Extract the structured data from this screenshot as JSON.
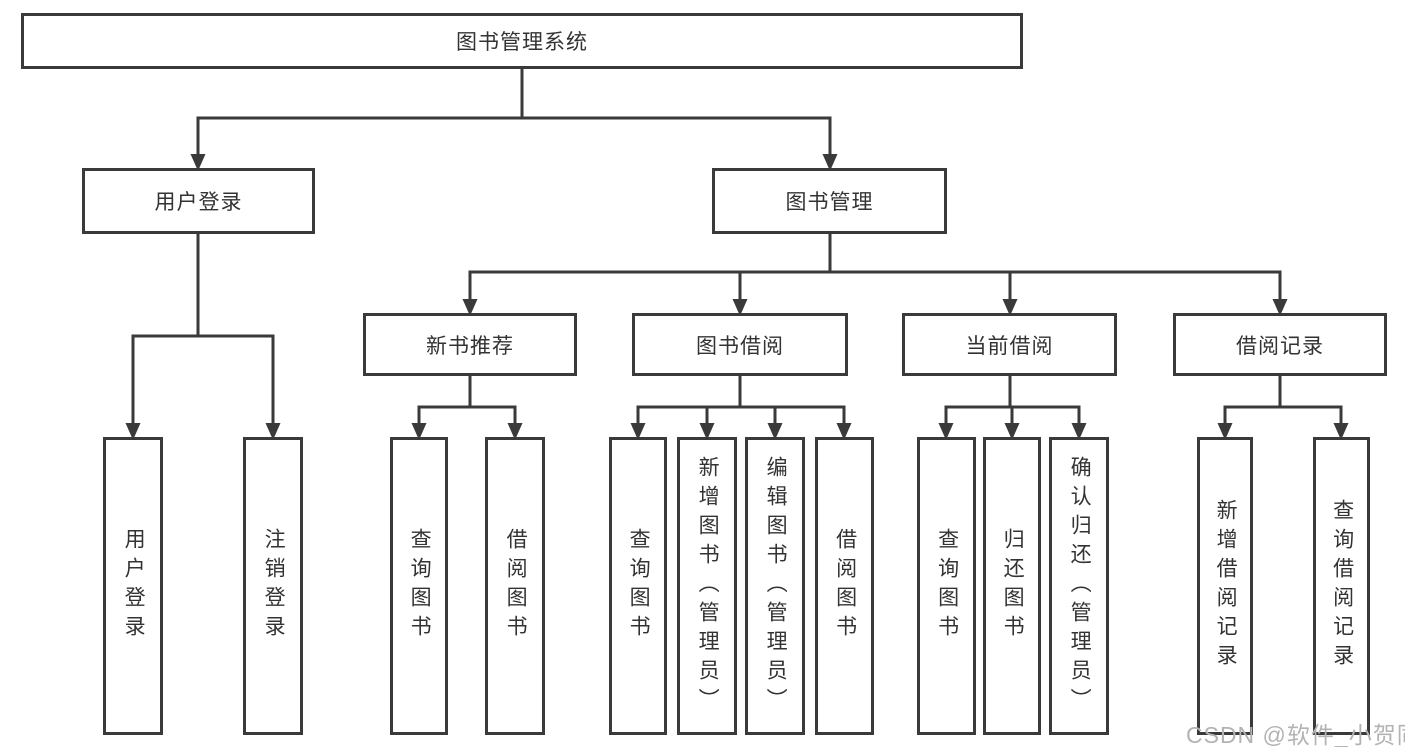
{
  "diagram_type": "hierarchy-tree",
  "nodes": {
    "root": {
      "label": "图书管理系统"
    },
    "level2": [
      {
        "id": "user-login",
        "label": "用户登录",
        "parent": "root"
      },
      {
        "id": "book-management",
        "label": "图书管理",
        "parent": "root"
      }
    ],
    "level3": [
      {
        "id": "new-book-recommend",
        "label": "新书推荐",
        "parent": "book-management"
      },
      {
        "id": "book-borrowing",
        "label": "图书借阅",
        "parent": "book-management"
      },
      {
        "id": "current-borrowing",
        "label": "当前借阅",
        "parent": "book-management"
      },
      {
        "id": "borrowing-records",
        "label": "借阅记录",
        "parent": "book-management"
      }
    ],
    "leaves": [
      {
        "id": "user-login-leaf",
        "label": "用户登录",
        "parent": "user-login"
      },
      {
        "id": "logout",
        "label": "注销登录",
        "parent": "user-login"
      },
      {
        "id": "query-books-recommend",
        "label": "查询图书",
        "parent": "new-book-recommend"
      },
      {
        "id": "borrow-books-recommend",
        "label": "借阅图书",
        "parent": "new-book-recommend"
      },
      {
        "id": "query-books-borrowing",
        "label": "查询图书",
        "parent": "book-borrowing"
      },
      {
        "id": "add-books-admin",
        "label": "新增图书（管理员）",
        "parent": "book-borrowing"
      },
      {
        "id": "edit-books-admin",
        "label": "编辑图书（管理员）",
        "parent": "book-borrowing"
      },
      {
        "id": "borrow-books-borrowing",
        "label": "借阅图书",
        "parent": "book-borrowing"
      },
      {
        "id": "query-books-current",
        "label": "查询图书",
        "parent": "current-borrowing"
      },
      {
        "id": "return-books",
        "label": "归还图书",
        "parent": "current-borrowing"
      },
      {
        "id": "confirm-return-admin",
        "label": "确认归还（管理员）",
        "parent": "current-borrowing"
      },
      {
        "id": "add-borrow-record",
        "label": "新增借阅记录",
        "parent": "borrowing-records"
      },
      {
        "id": "query-borrow-record",
        "label": "查询借阅记录",
        "parent": "borrowing-records"
      }
    ]
  },
  "watermark": "CSDN @软件_小贺同学",
  "colors": {
    "line": "#3a3a3a",
    "text": "#333333",
    "box_background": "#ffffff",
    "watermark": "#b3b3b3"
  }
}
